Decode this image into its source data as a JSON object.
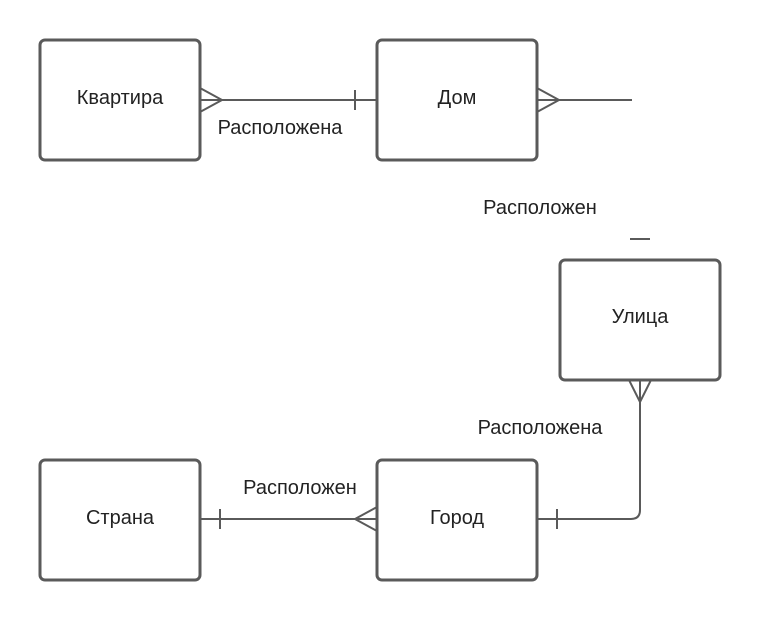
{
  "entities": {
    "apartment": "Квартира",
    "house": "Дом",
    "street": "Улица",
    "city": "Город",
    "country": "Страна"
  },
  "relationships": {
    "apartment_house": "Расположена",
    "house_street": "Расположен",
    "street_city": "Расположена",
    "city_country": "Расположен"
  },
  "colors": {
    "stroke": "#5a5a5a",
    "text": "#222222",
    "background": "#ffffff"
  }
}
